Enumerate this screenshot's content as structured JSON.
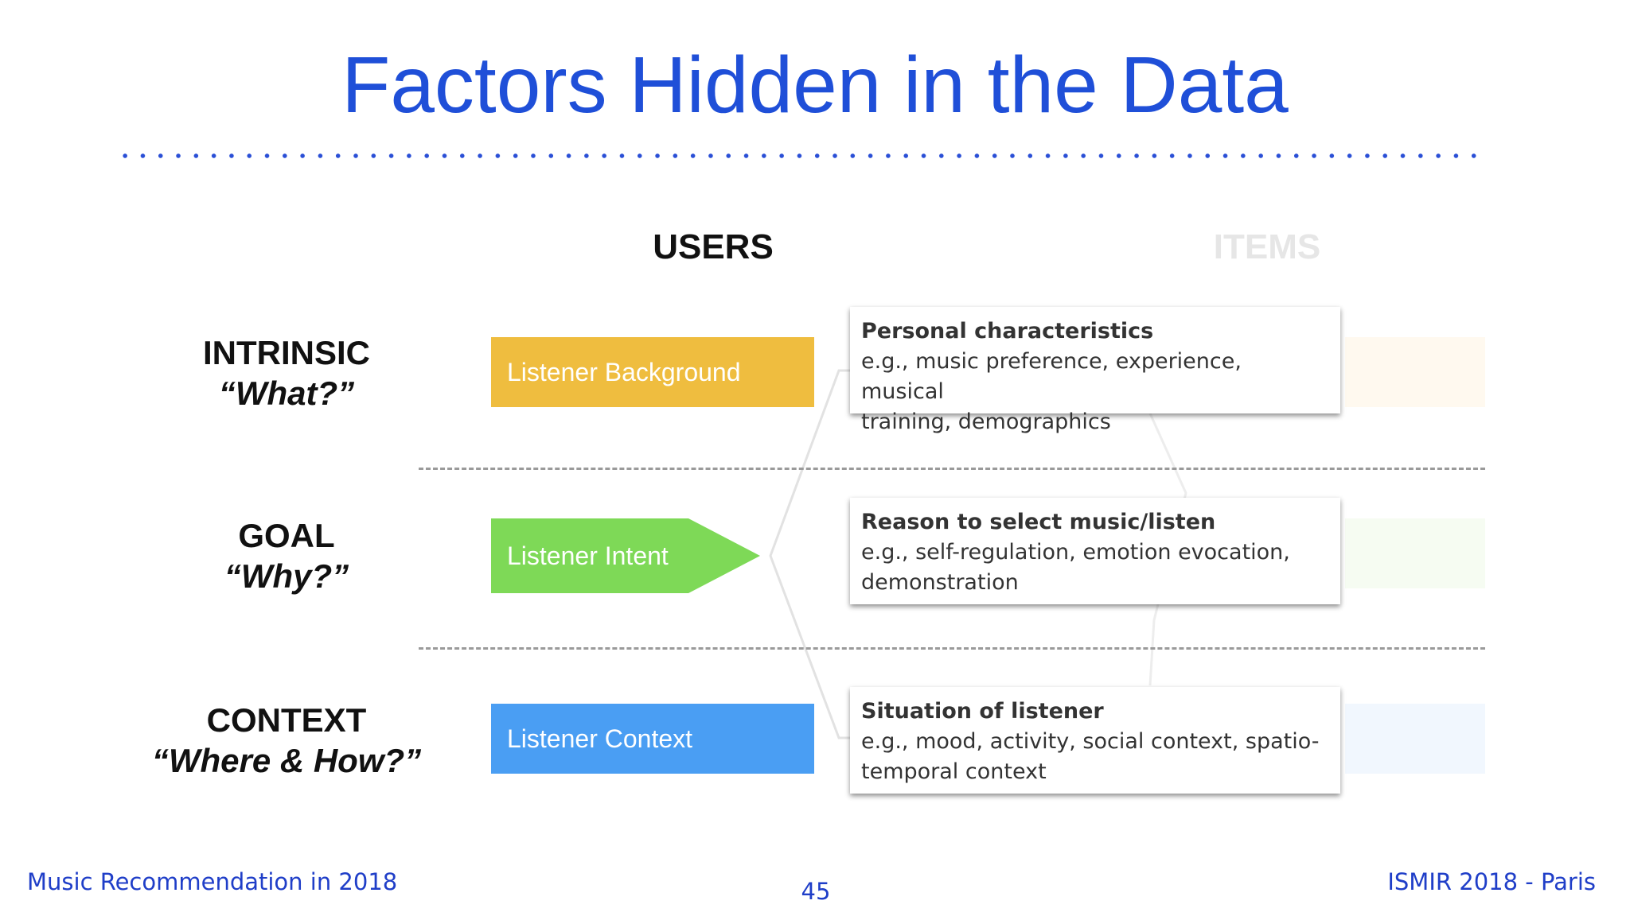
{
  "title": "Factors Hidden in the Data",
  "columns": {
    "users": "USERS",
    "items": "ITEMS"
  },
  "rows": [
    {
      "label": "INTRINSIC",
      "question": "“What?”",
      "factor": "Listener Background",
      "color": "#efbd3f",
      "card_heading": "Personal characteristics",
      "card_line1": "e.g., music preference, experience, musical",
      "card_line2": "training, demographics"
    },
    {
      "label": "GOAL",
      "question": "“Why?”",
      "factor": "Listener Intent",
      "color": "#7ed957",
      "card_heading": "Reason to select music/listen",
      "card_line1": "e.g., self-regulation, emotion evocation,",
      "card_line2": "demonstration"
    },
    {
      "label": "CONTEXT",
      "question": "“Where & How?”",
      "factor": "Listener Context",
      "color": "#4a9ef3",
      "card_heading": "Situation of listener",
      "card_line1": "e.g., mood, activity, social context, spatio-",
      "card_line2": "temporal context"
    }
  ],
  "footer": {
    "left": "Music Recommendation in 2018",
    "page": "45",
    "right": "ISMIR 2018 - Paris"
  }
}
